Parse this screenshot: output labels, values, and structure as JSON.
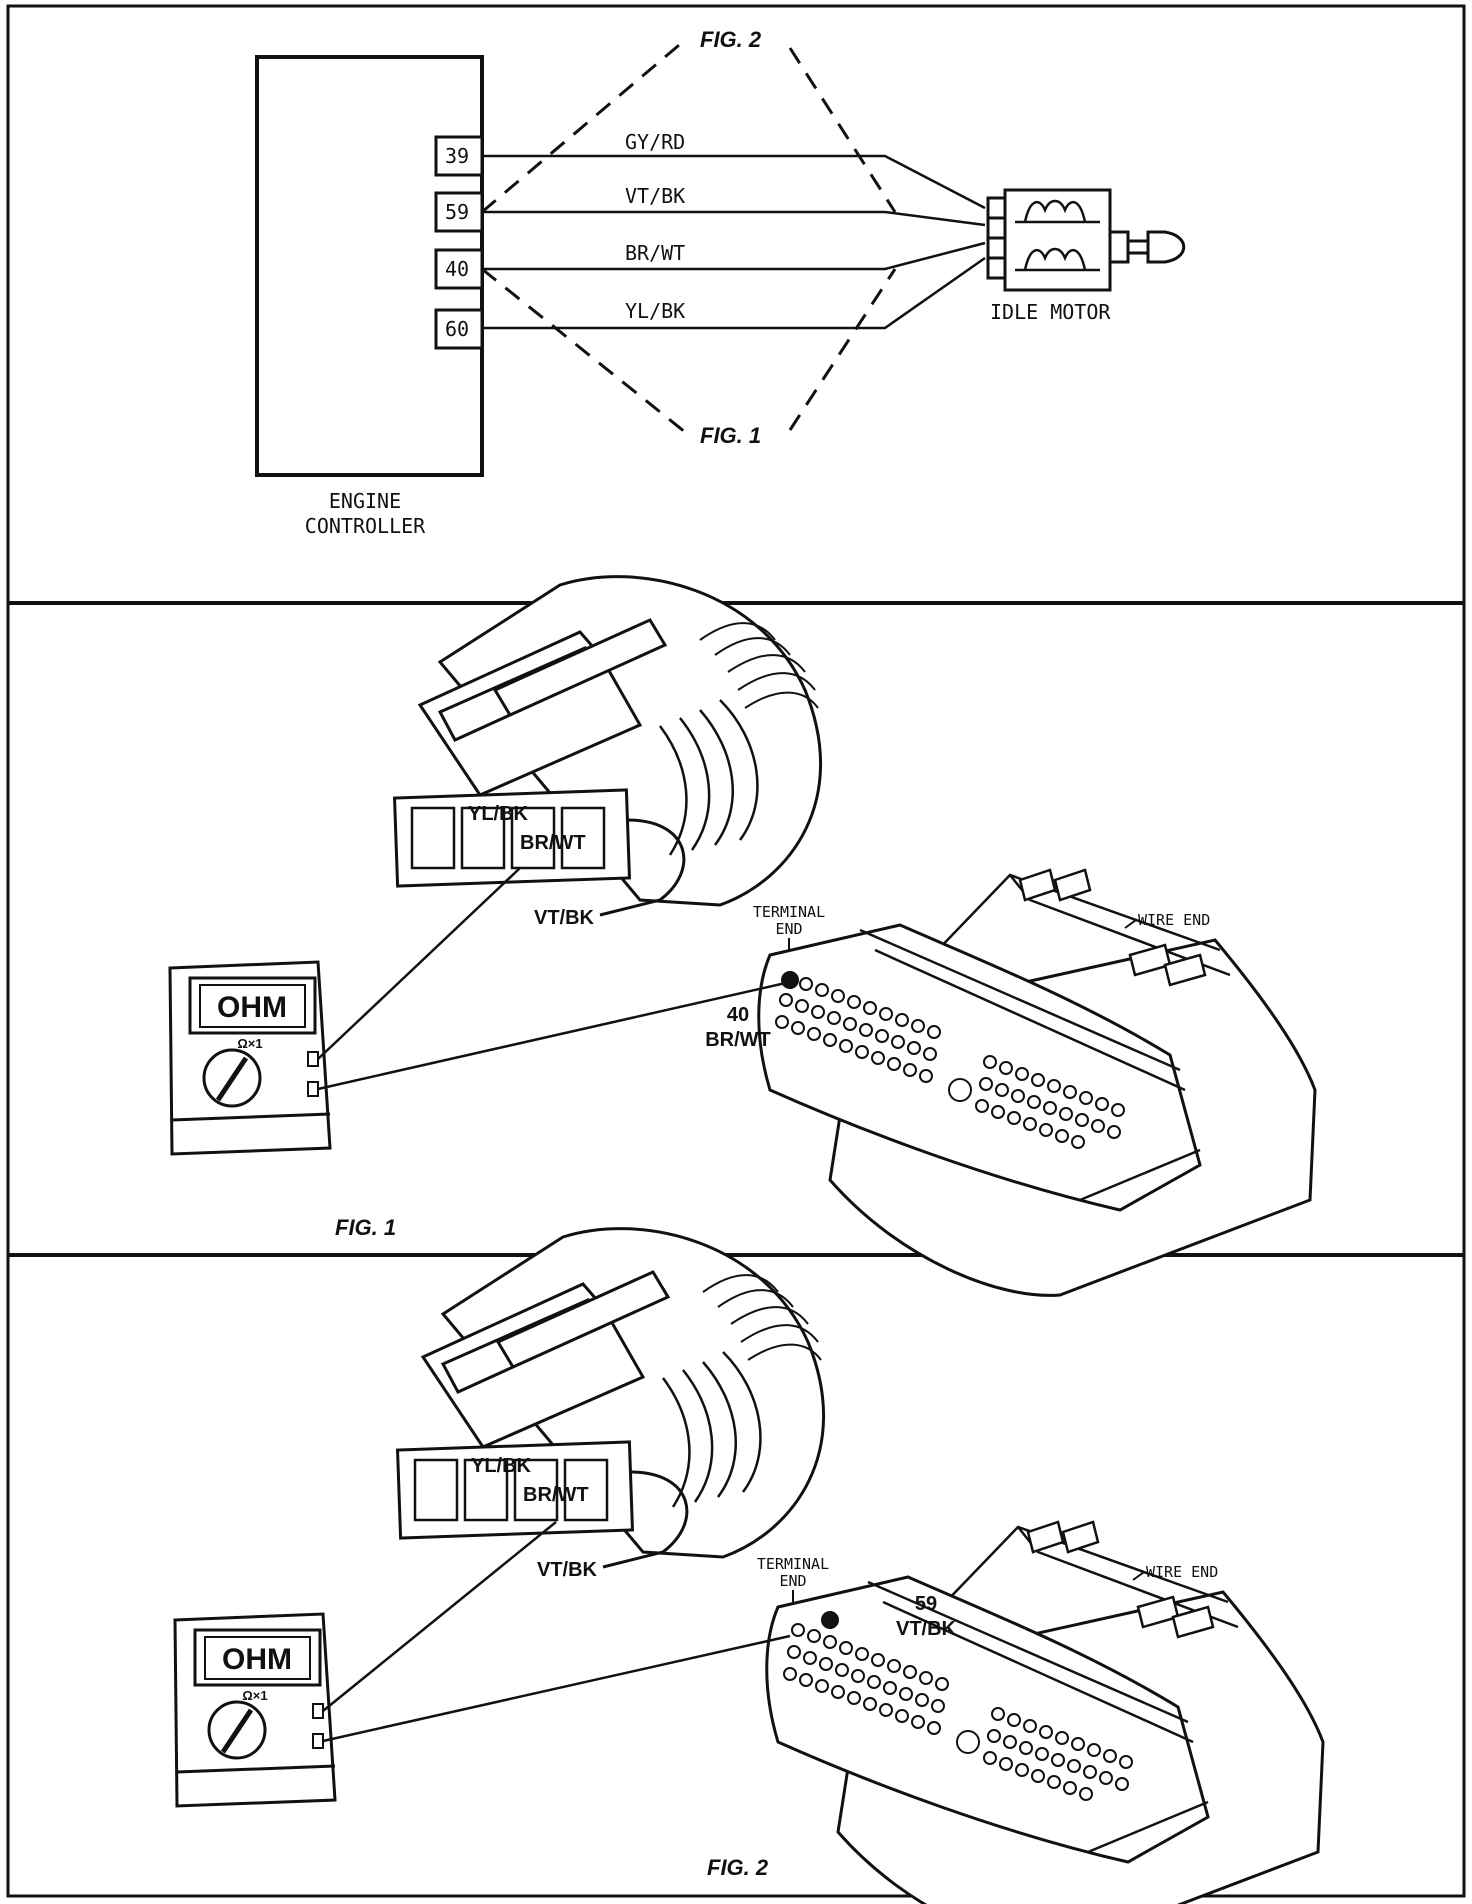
{
  "schematic": {
    "controller_label_line1": "ENGINE",
    "controller_label_line2": "CONTROLLER",
    "pins": [
      "39",
      "59",
      "40",
      "60"
    ],
    "wires": [
      "GY/RD",
      "VT/BK",
      "BR/WT",
      "YL/BK"
    ],
    "motor_label": "IDLE MOTOR",
    "callout_top": "FIG. 2",
    "callout_bottom": "FIG. 1"
  },
  "fig1": {
    "caption": "FIG. 1",
    "wire_labels": [
      "YL/BK",
      "BR/WT",
      "VT/BK"
    ],
    "meter_display": "OHM",
    "meter_range": "Ω×1",
    "terminal_end": [
      "TERMINAL",
      "END"
    ],
    "wire_end": "WIRE END",
    "probe_pin": "40",
    "probe_wire": "BR/WT"
  },
  "fig2": {
    "caption": "FIG. 2",
    "wire_labels": [
      "YL/BK",
      "BR/WT",
      "VT/BK"
    ],
    "meter_display": "OHM",
    "meter_range": "Ω×1",
    "terminal_end": [
      "TERMINAL",
      "END"
    ],
    "wire_end": "WIRE END",
    "probe_pin": "59",
    "probe_wire": "VT/BK"
  }
}
